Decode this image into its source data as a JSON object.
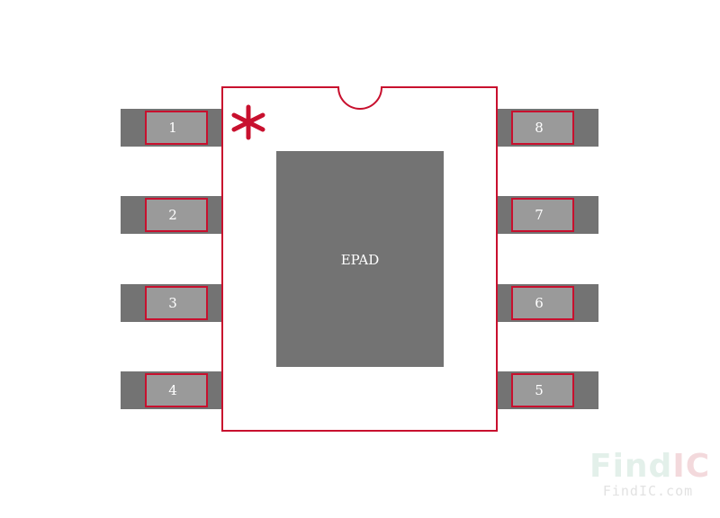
{
  "footprint": {
    "pins_left": [
      "1",
      "2",
      "3",
      "4"
    ],
    "pins_right": [
      "8",
      "7",
      "6",
      "5"
    ],
    "pad_label": "EPAD",
    "pin1_marker": "*",
    "colors": {
      "outline": "#c8102e",
      "pad_gray": "#737373",
      "lead_inner": "#9a9a9a",
      "label_text": "#ffffff"
    }
  },
  "watermark": {
    "logo_find": "Find",
    "logo_ic": "IC",
    "url": "FindIC.com"
  }
}
